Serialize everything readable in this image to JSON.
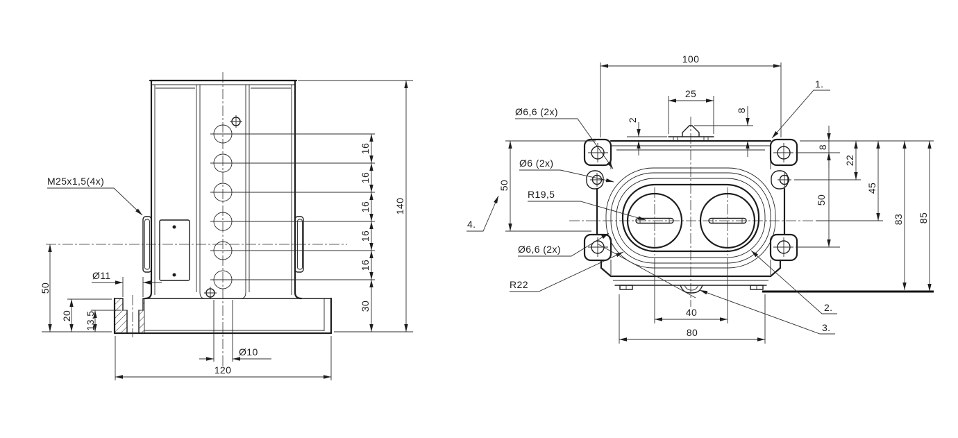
{
  "drawing": {
    "views": {
      "front": {
        "dims": {
          "total_height": "140",
          "hole_pitch": "16",
          "bottom_offset": "30",
          "base_width": "120",
          "centerline_height": "50",
          "base_thickness": "20",
          "counterbore_depth": "13,5",
          "counterbore_dia": "Ø11",
          "base_hole_dia": "Ø10"
        },
        "labels": {
          "gland_thread": "M25x1,5(4x)"
        }
      },
      "top": {
        "dims": {
          "body_width": "100",
          "terminal_width": "25",
          "plate_thickness": "2",
          "terminal_height": "8",
          "corner_hole_offset": "8",
          "side_hole_offset": "22",
          "centerline_offset": "45",
          "corner_hole_pitch": "50",
          "left_height": "50",
          "base_edge": "83",
          "base_overall": "85",
          "bore_pitch": "40",
          "foot_pitch": "80"
        },
        "labels": {
          "corner_holes": "Ø6,6 (2x)",
          "side_holes": "Ø6 (2x)",
          "bore_radius": "R19,5",
          "corner_radius": "R22"
        },
        "callouts": {
          "n1": "1.",
          "n2": "2.",
          "n3": "3.",
          "n4": "4."
        }
      }
    }
  }
}
